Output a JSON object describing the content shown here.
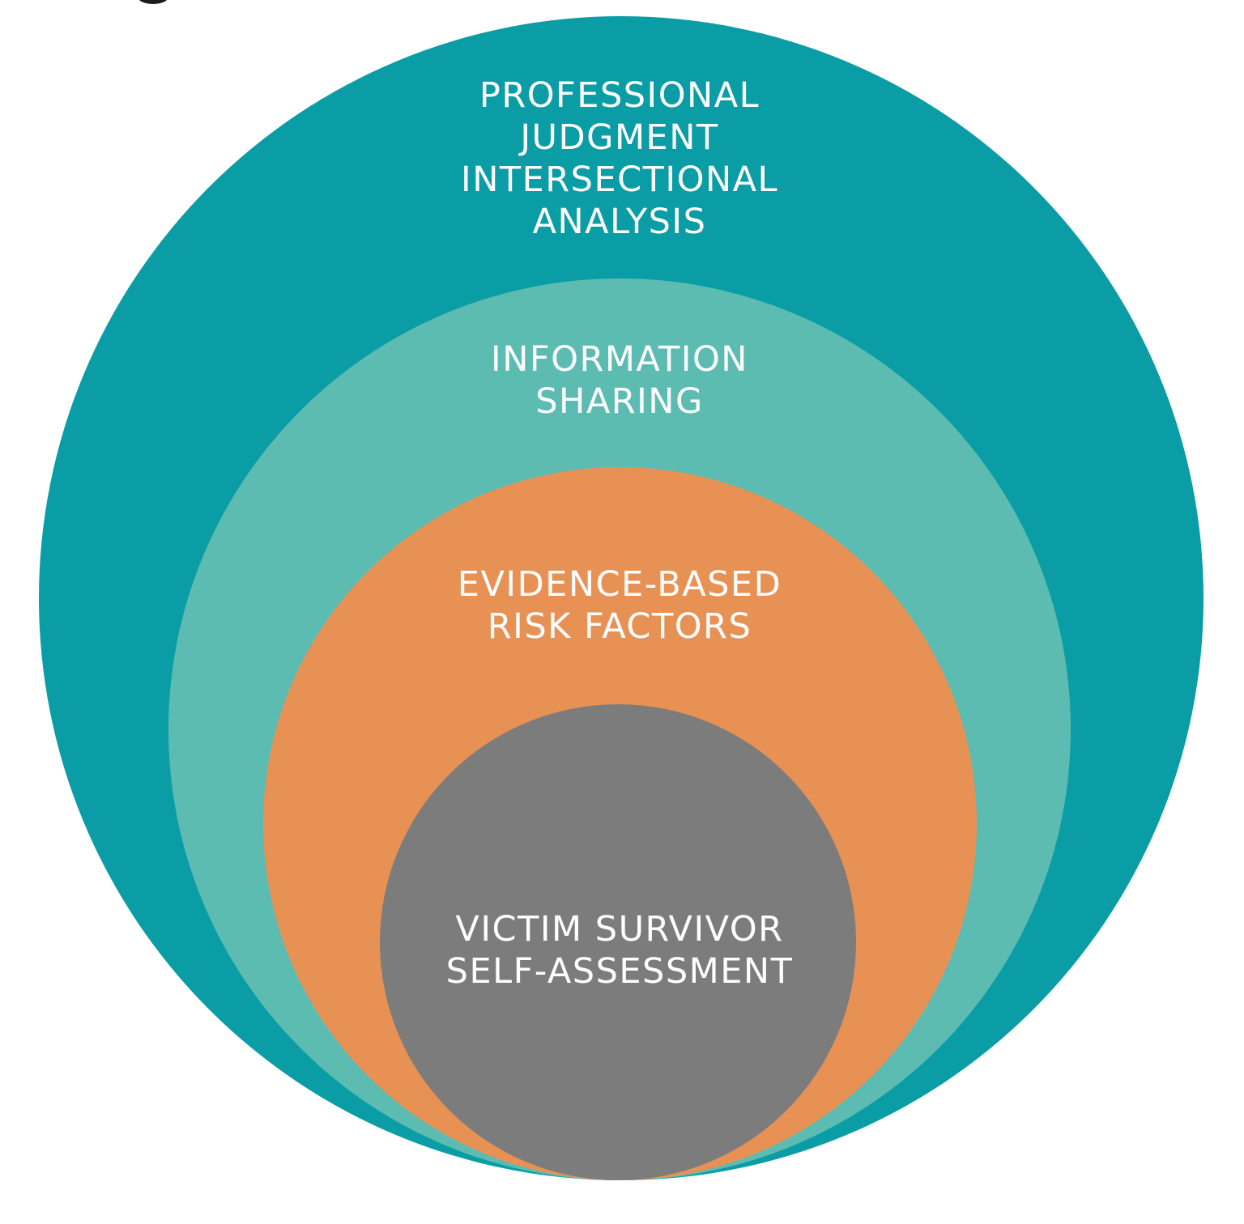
{
  "page": {
    "background_color": "#ffffff",
    "text_color": "#ffffff"
  },
  "artifact": {
    "name": "cropped-letter-descender",
    "color": "#1b1b1b"
  },
  "diagram": {
    "type": "nested-circles",
    "rings": [
      {
        "label": "PROFESSIONAL\nJUDGMENT\nINTERSECTIONAL\nANALYSIS",
        "color": "#0a9da5"
      },
      {
        "label": "INFORMATION\nSHARING",
        "color": "#5dbcb2"
      },
      {
        "label": "EVIDENCE-BASED\nRISK FACTORS",
        "color": "#e89155"
      },
      {
        "label": "VICTIM SURVIVOR\nSELF-ASSESSMENT",
        "color": "#7d7c7c"
      }
    ]
  }
}
